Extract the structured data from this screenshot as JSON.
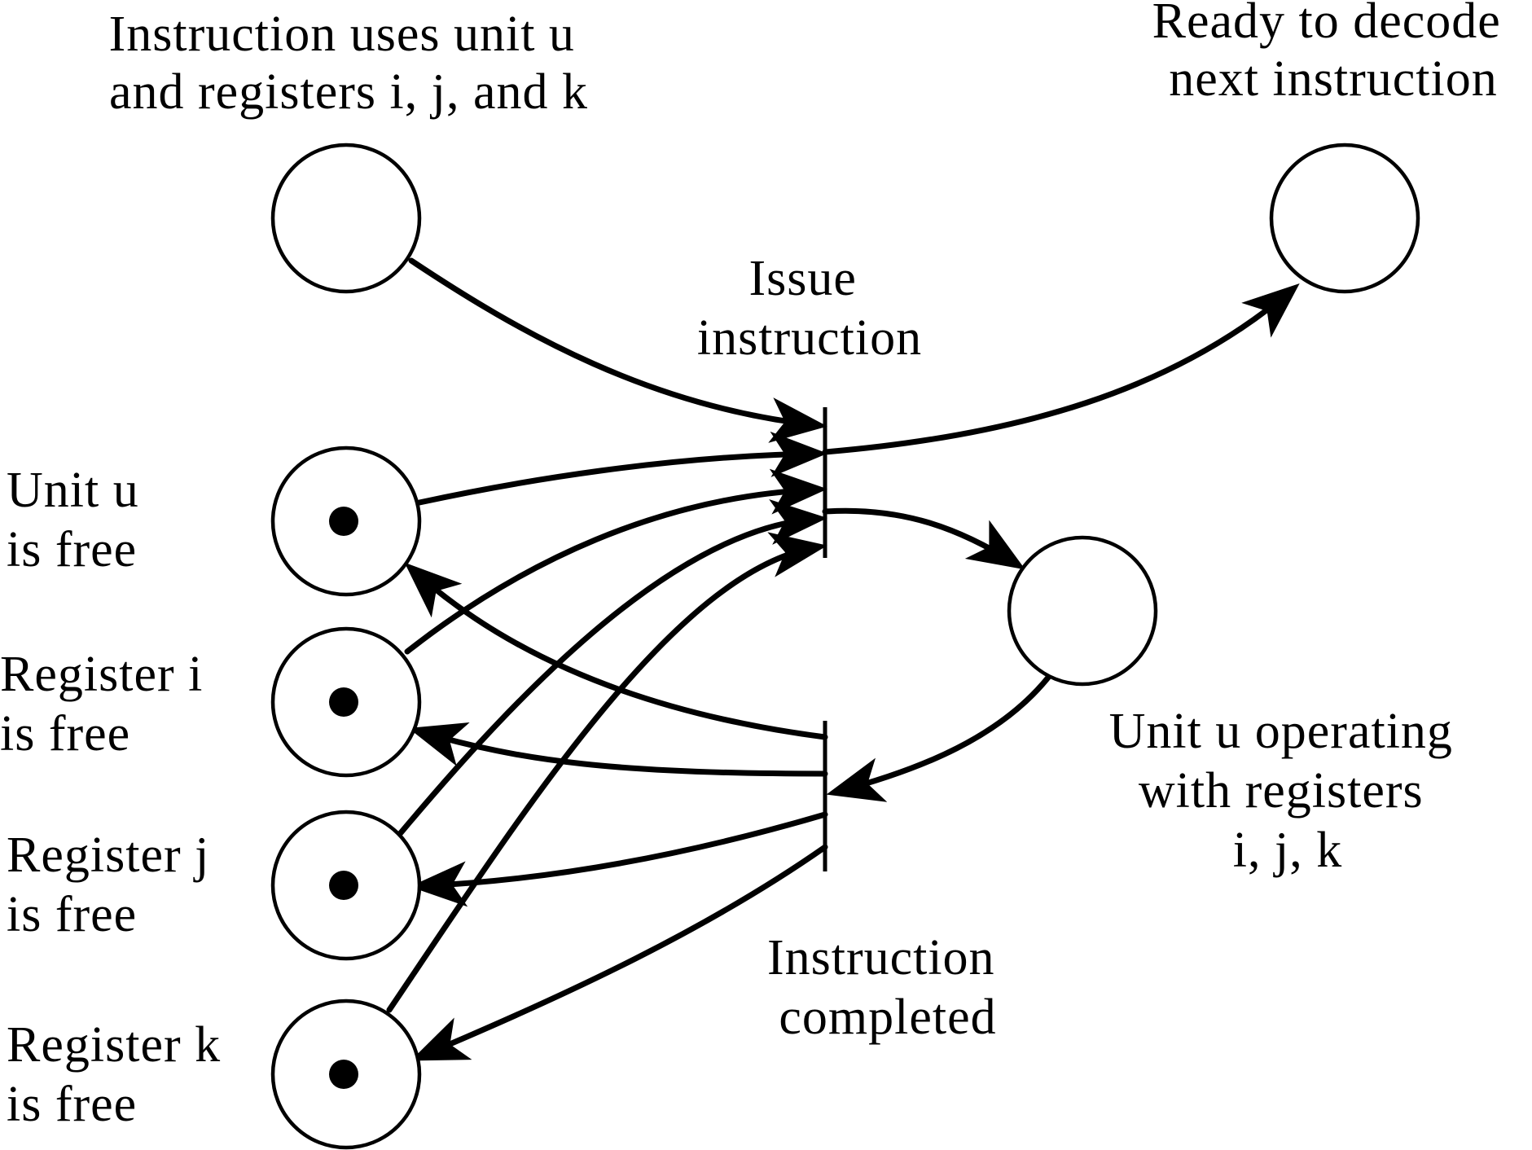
{
  "places": {
    "instruction_uses": {
      "lines": [
        "Instruction uses unit u",
        "and registers i, j, and k"
      ]
    },
    "ready_to_decode": {
      "lines": [
        "Ready to decode",
        "next instruction"
      ]
    },
    "unit_free": {
      "lines": [
        "Unit u",
        "is free"
      ]
    },
    "register_i_free": {
      "lines": [
        "Register i",
        "is free"
      ]
    },
    "register_j_free": {
      "lines": [
        "Register j",
        "is free"
      ]
    },
    "register_k_free": {
      "lines": [
        "Register k",
        "is free"
      ]
    },
    "unit_operating": {
      "lines": [
        "Unit u operating",
        "with registers",
        "i, j, k"
      ]
    }
  },
  "transitions": {
    "issue": {
      "lines": [
        "Issue",
        "instruction"
      ]
    },
    "completed": {
      "lines": [
        "Instruction",
        "completed"
      ]
    }
  },
  "colors": {
    "ink": "#000000",
    "background": "#ffffff"
  }
}
